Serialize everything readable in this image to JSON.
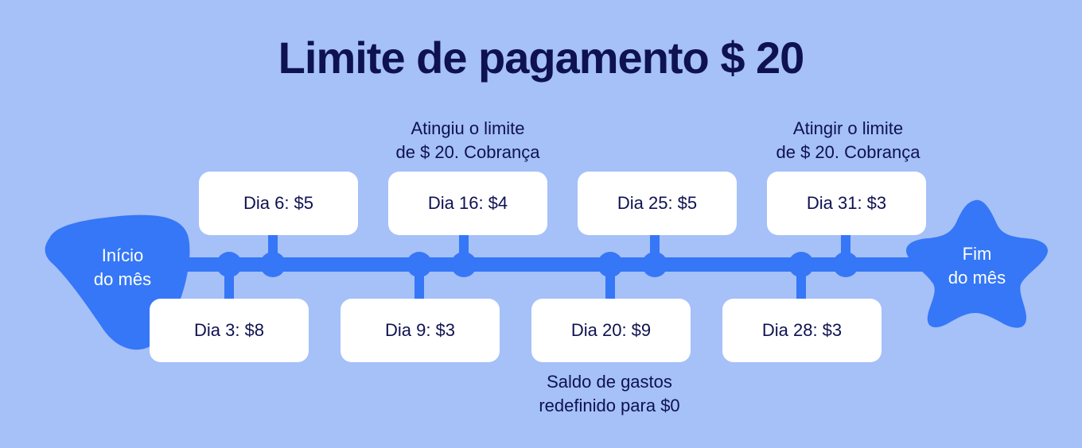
{
  "title": "Limite de pagamento $ 20",
  "start_label": [
    "Início",
    "do mês"
  ],
  "end_label": [
    "Fim",
    "do mês"
  ],
  "top_events": [
    "Dia 6: $5",
    "Dia 16: $4",
    "Dia 25: $5",
    "Dia 31: $3"
  ],
  "bottom_events": [
    "Dia 3: $8",
    "Dia 9: $3",
    "Dia 20: $9",
    "Dia 28: $3"
  ],
  "notes": {
    "limit_reached": [
      "Atingiu o limite",
      "de $ 20. Cobrança"
    ],
    "limit_reach": [
      "Atingir o limite",
      "de $ 20. Cobrança"
    ],
    "reset": [
      "Saldo de gastos",
      "redefinido para $0"
    ]
  },
  "colors": {
    "background": "#a6c0f8",
    "accent": "#3577f6",
    "text": "#0e1250",
    "box": "#ffffff"
  }
}
